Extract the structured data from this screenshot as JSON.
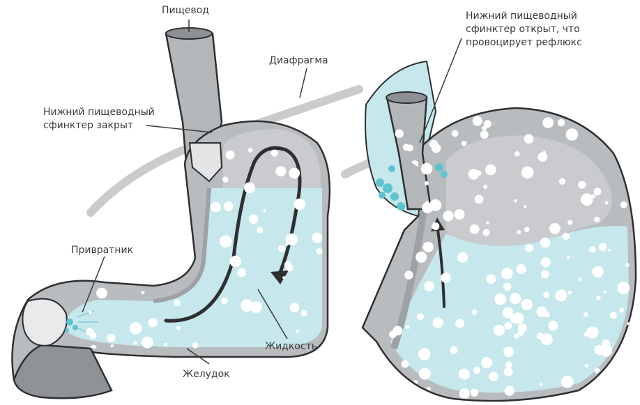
{
  "labels": {
    "esophagus": "Пищевод",
    "diaphragm": "Диафрагма",
    "sphincter_closed": [
      "Нижний пищеводный",
      "сфинктер закрыт"
    ],
    "sphincter_open": [
      "Нижний пищеводный",
      "сфинктер открыт, что",
      "провоцирует рефлюкс"
    ],
    "pylorus": "Привратник",
    "fluid": "Жидкость",
    "stomach": "Желудок"
  },
  "colors": {
    "background": "#ffffff",
    "wall": "#b9bcbf",
    "wall_dark": "#6e7175",
    "outline": "#2e2f31",
    "gas": "#d3d5d7",
    "fluid": "#c6e8ec",
    "fluid_accent": "#5fc3cf",
    "arrow": "#2e2f31",
    "text": "#3a3a3a"
  }
}
